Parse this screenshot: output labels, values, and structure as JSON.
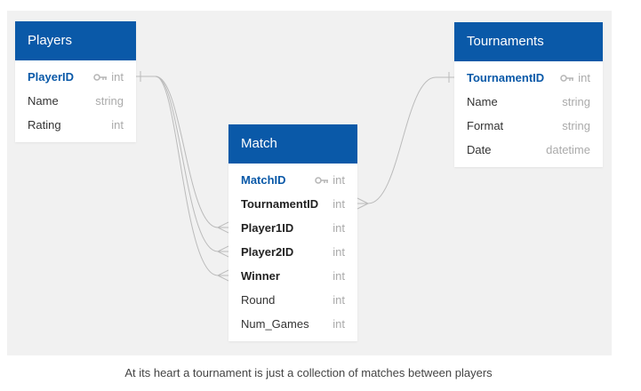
{
  "diagram": {
    "caption": "At its heart a tournament is just a collection of matches between players"
  },
  "colors": {
    "header": "#0a59a8",
    "primary_key_text": "#0a59a8",
    "type_text": "#aaaaaa",
    "connector": "#bbbbbb"
  },
  "tables": {
    "players": {
      "title": "Players",
      "rows": [
        {
          "name": "PlayerID",
          "type": "int",
          "key": "primary"
        },
        {
          "name": "Name",
          "type": "string",
          "key": ""
        },
        {
          "name": "Rating",
          "type": "int",
          "key": ""
        }
      ]
    },
    "match": {
      "title": "Match",
      "rows": [
        {
          "name": "MatchID",
          "type": "int",
          "key": "primary"
        },
        {
          "name": "TournamentID",
          "type": "int",
          "key": "foreign"
        },
        {
          "name": "Player1ID",
          "type": "int",
          "key": "foreign"
        },
        {
          "name": "Player2ID",
          "type": "int",
          "key": "foreign"
        },
        {
          "name": "Winner",
          "type": "int",
          "key": "foreign"
        },
        {
          "name": "Round",
          "type": "int",
          "key": ""
        },
        {
          "name": "Num_Games",
          "type": "int",
          "key": ""
        }
      ]
    },
    "tournaments": {
      "title": "Tournaments",
      "rows": [
        {
          "name": "TournamentID",
          "type": "int",
          "key": "primary"
        },
        {
          "name": "Name",
          "type": "string",
          "key": ""
        },
        {
          "name": "Format",
          "type": "string",
          "key": ""
        },
        {
          "name": "Date",
          "type": "datetime",
          "key": ""
        }
      ]
    }
  }
}
